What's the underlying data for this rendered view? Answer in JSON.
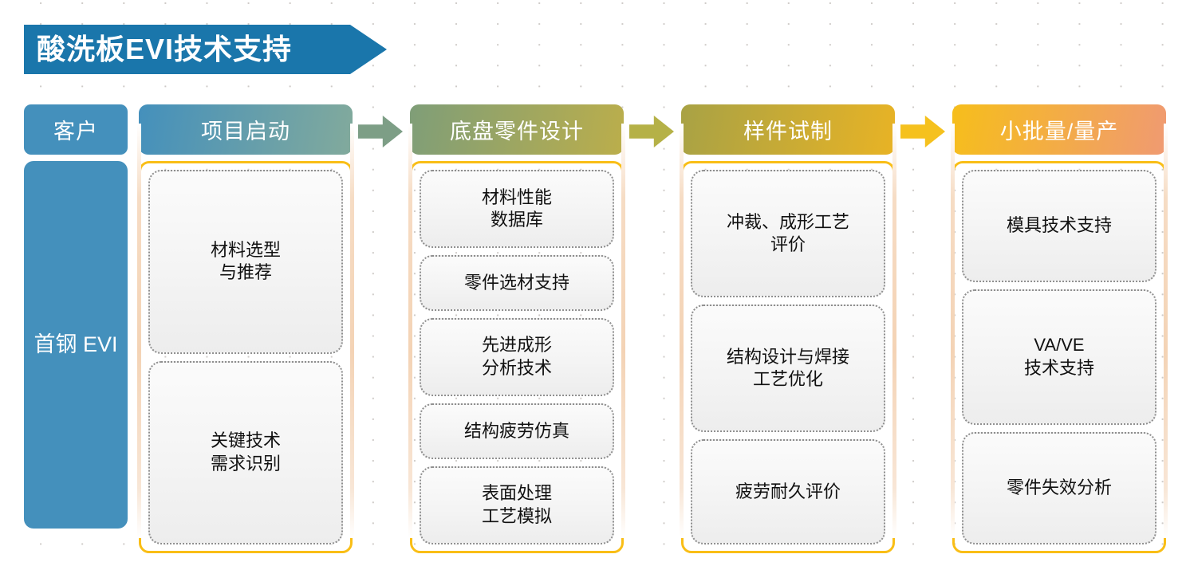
{
  "title": {
    "text": "酸洗板EVI技术支持",
    "banner_color": "#1A76AB"
  },
  "customer": {
    "header_label": "客户",
    "body_label": "首钢\nEVI",
    "color": "#4490BC"
  },
  "phases": [
    {
      "header": "项目启动",
      "header_gradient_from": "#4490BC",
      "header_gradient_to": "#82AA9C",
      "border_color": "#F9BE16",
      "items": [
        "材料选型\n与推荐",
        "关键技术\n需求识别"
      ]
    },
    {
      "header": "底盘零件设计",
      "header_gradient_from": "#7F9E78",
      "header_gradient_to": "#BBAE4B",
      "border_color": "#F9BE16",
      "items": [
        "材料性能\n数据库",
        "零件选材支持",
        "先进成形\n分析技术",
        "结构疲劳仿真",
        "表面处理\n工艺模拟"
      ]
    },
    {
      "header": "样件试制",
      "header_gradient_from": "#A8A245",
      "header_gradient_to": "#E8B325",
      "border_color": "#F9BE16",
      "items": [
        "冲裁、成形工艺\n评价",
        "结构设计与焊接\n工艺优化",
        "疲劳耐久评价"
      ]
    },
    {
      "header": "小批量/量产",
      "header_gradient_from": "#F6BE1B",
      "header_gradient_to": "#F09A72",
      "border_color": "#F9BE16",
      "items": [
        "模具技术支持",
        "VA/VE\n技术支持",
        "零件失效分析"
      ]
    }
  ],
  "arrows": [
    {
      "name": "arrow-1",
      "color": "#7D9E86"
    },
    {
      "name": "arrow-2",
      "color": "#B5B147"
    },
    {
      "name": "arrow-3",
      "color": "#F5C11E"
    }
  ]
}
